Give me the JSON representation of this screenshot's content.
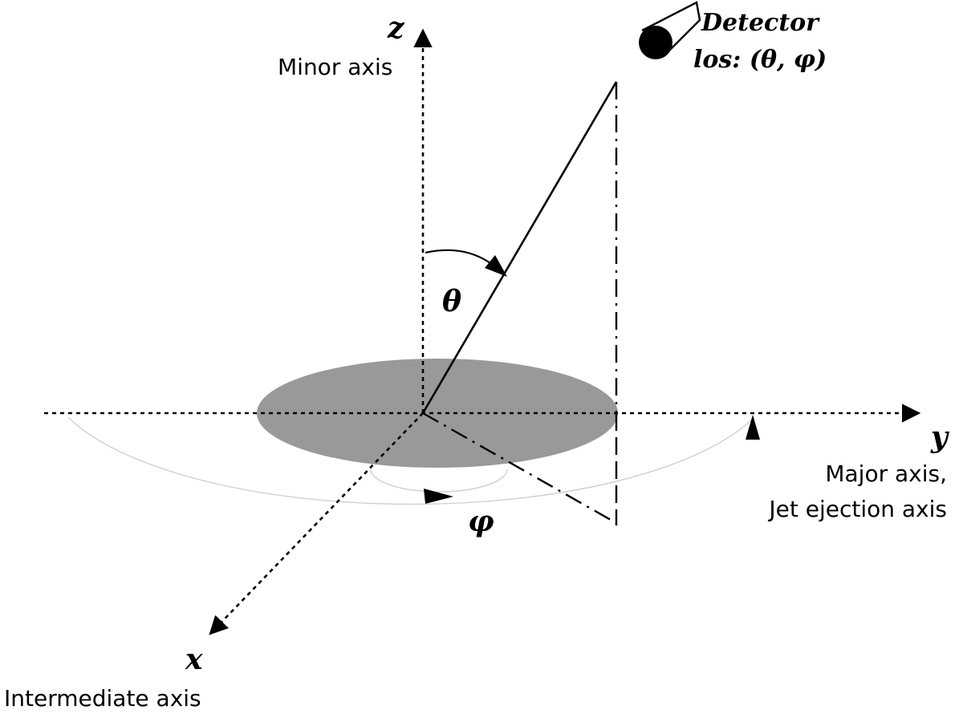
{
  "diagram": {
    "axes": {
      "z": {
        "symbol": "z",
        "description": "Minor axis"
      },
      "y": {
        "symbol": "y",
        "description_line1": "Major axis,",
        "description_line2": "Jet ejection axis"
      },
      "x": {
        "symbol": "x",
        "description": "Intermediate axis"
      }
    },
    "angles": {
      "theta": "θ",
      "phi": "φ"
    },
    "detector": {
      "title": "Detector",
      "los": "los: (θ, φ)"
    },
    "colors": {
      "ink": "#000000",
      "disk": "#999999",
      "orbit": "#d0d0d0"
    }
  }
}
